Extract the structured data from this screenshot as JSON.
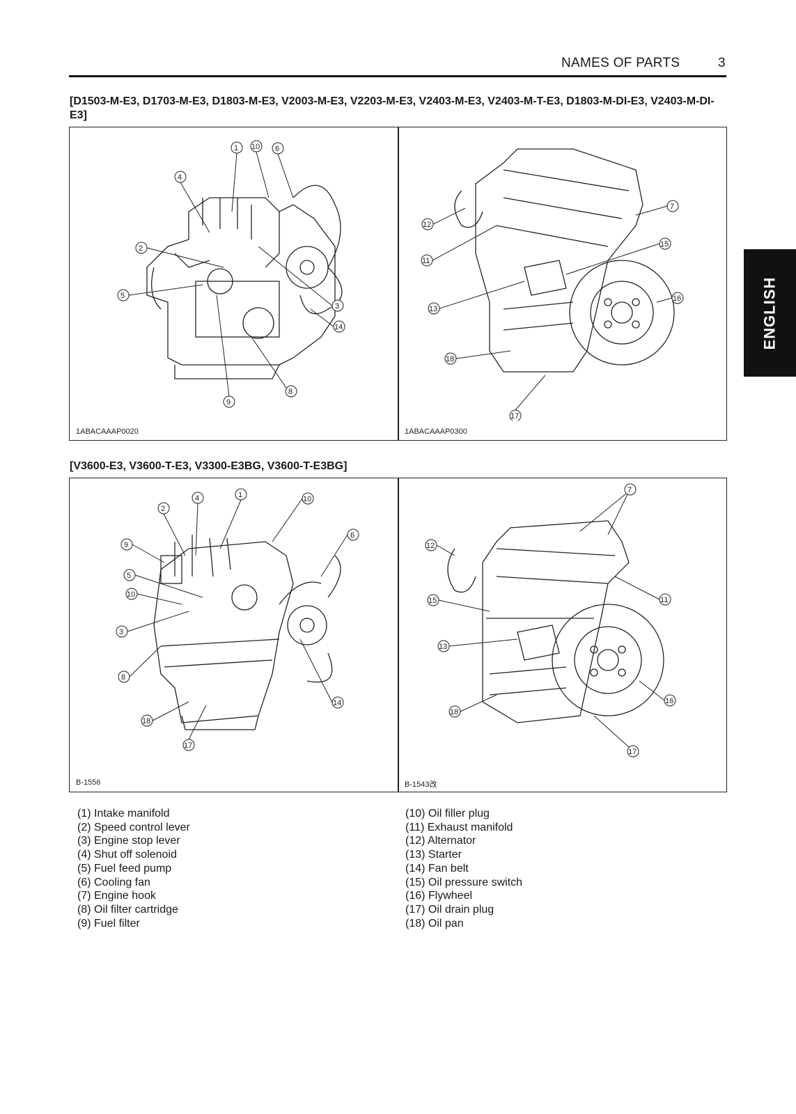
{
  "header": {
    "title": "NAMES OF PARTS",
    "page_number": "3"
  },
  "sections": [
    {
      "title": "[D1503-M-E3, D1703-M-E3, D1803-M-E3, V2003-M-E3,  V2203-M-E3, V2403-M-E3, V2403-M-T-E3, D1803-M-DI-E3, V2403-M-DI-E3]",
      "figures": [
        {
          "code": "1ABACAAAP0020",
          "callouts": [
            "1",
            "10",
            "6",
            "4",
            "2",
            "5",
            "3",
            "14",
            "9",
            "8"
          ]
        },
        {
          "code": "1ABACAAAP0300",
          "callouts": [
            "7",
            "12",
            "15",
            "11",
            "16",
            "13",
            "18",
            "17"
          ]
        }
      ]
    },
    {
      "title": "[V3600-E3, V3600-T-E3, V3300-E3BG, V3600-T-E3BG]",
      "figures": [
        {
          "code": "B-1556",
          "callouts": [
            "2",
            "4",
            "1",
            "10",
            "9",
            "6",
            "5",
            "10",
            "3",
            "8",
            "14",
            "18",
            "17"
          ]
        },
        {
          "code": "B-1543改",
          "callouts": [
            "7",
            "12",
            "11",
            "15",
            "13",
            "16",
            "18",
            "17"
          ]
        }
      ]
    }
  ],
  "legend": {
    "left": [
      "(1) Intake manifold",
      "(2) Speed control lever",
      "(3) Engine stop lever",
      "(4) Shut off solenoid",
      "(5) Fuel feed pump",
      "(6) Cooling fan",
      "(7) Engine hook",
      "(8) Oil filter cartridge",
      "(9) Fuel filter"
    ],
    "right": [
      "(10) Oil filler plug",
      "(11) Exhaust manifold",
      "(12) Alternator",
      "(13) Starter",
      "(14) Fan belt",
      "(15) Oil pressure switch",
      "(16) Flywheel",
      "(17) Oil drain plug",
      "(18) Oil pan"
    ]
  },
  "side_tab": {
    "label": "ENGLISH"
  }
}
